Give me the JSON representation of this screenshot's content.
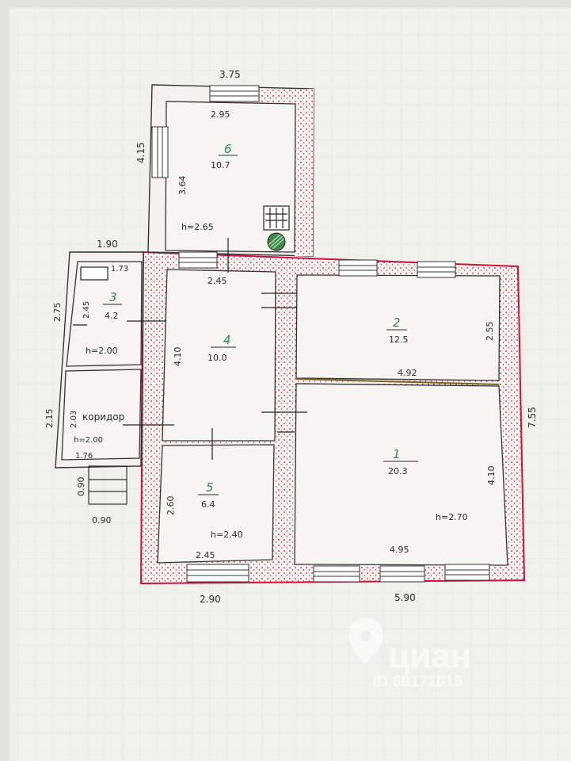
{
  "plan": {
    "rooms": [
      {
        "id": "1",
        "number": "1",
        "area": "20.3",
        "height": "h=2.70",
        "widths": [
          "4.92",
          "4.95"
        ],
        "length": "4.10"
      },
      {
        "id": "2",
        "number": "2",
        "area": "12.5",
        "length": "2.55"
      },
      {
        "id": "3",
        "number": "3",
        "area": "4.2",
        "height": "h=2.00",
        "dims": [
          "1.73",
          "2.45"
        ]
      },
      {
        "id": "4",
        "number": "4",
        "area": "10.0",
        "dims": [
          "2.45",
          "4.10"
        ]
      },
      {
        "id": "5",
        "number": "5",
        "area": "6.4",
        "height": "h=2.40",
        "dims": [
          "2.60",
          "2.45"
        ]
      },
      {
        "id": "6",
        "number": "6",
        "area": "10.7",
        "height": "h=2.65",
        "dims": [
          "2.95",
          "3.64"
        ]
      }
    ],
    "corridor": {
      "label": "коридор",
      "height": "h=2.00",
      "dims": [
        "2.03",
        "1.76"
      ]
    },
    "outer_dims": {
      "top_annex": "3.75",
      "annex_side": "4.15",
      "veranda_top": "1.90",
      "veranda_side_upper": "2.75",
      "veranda_side_lower": "2.15",
      "right_total": "7.55",
      "bottom_left": "2.90",
      "bottom_right": "5.90",
      "porch_side": "0.90",
      "porch_bottom": "0.90"
    },
    "watermark": {
      "brand": "циан",
      "id_text": "ID 69171015"
    }
  },
  "colors": {
    "wall_outline": "#d0103a",
    "ink": "#2a2a2a",
    "room_number": "#2e8a55",
    "paper": "#f1f1ec"
  }
}
